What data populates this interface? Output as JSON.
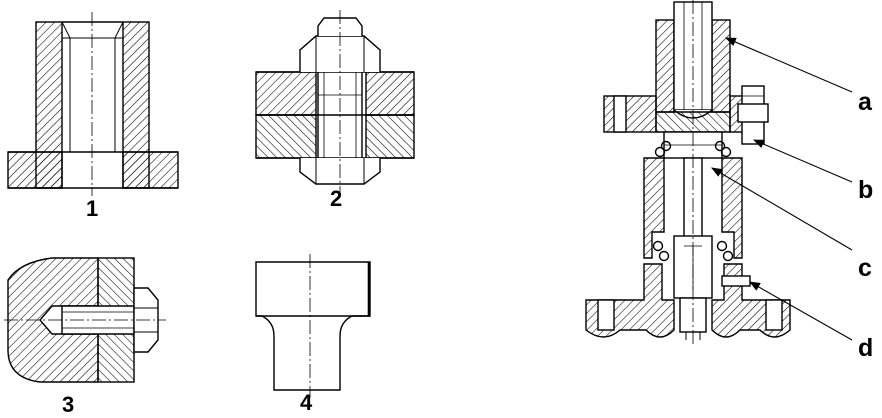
{
  "figures": [
    {
      "id": "1",
      "label": "1"
    },
    {
      "id": "2",
      "label": "2"
    },
    {
      "id": "3",
      "label": "3"
    },
    {
      "id": "4",
      "label": "4"
    }
  ],
  "assembly": {
    "callouts": [
      {
        "id": "a",
        "label": "a"
      },
      {
        "id": "b",
        "label": "b"
      },
      {
        "id": "c",
        "label": "c"
      },
      {
        "id": "d",
        "label": "d"
      }
    ]
  }
}
